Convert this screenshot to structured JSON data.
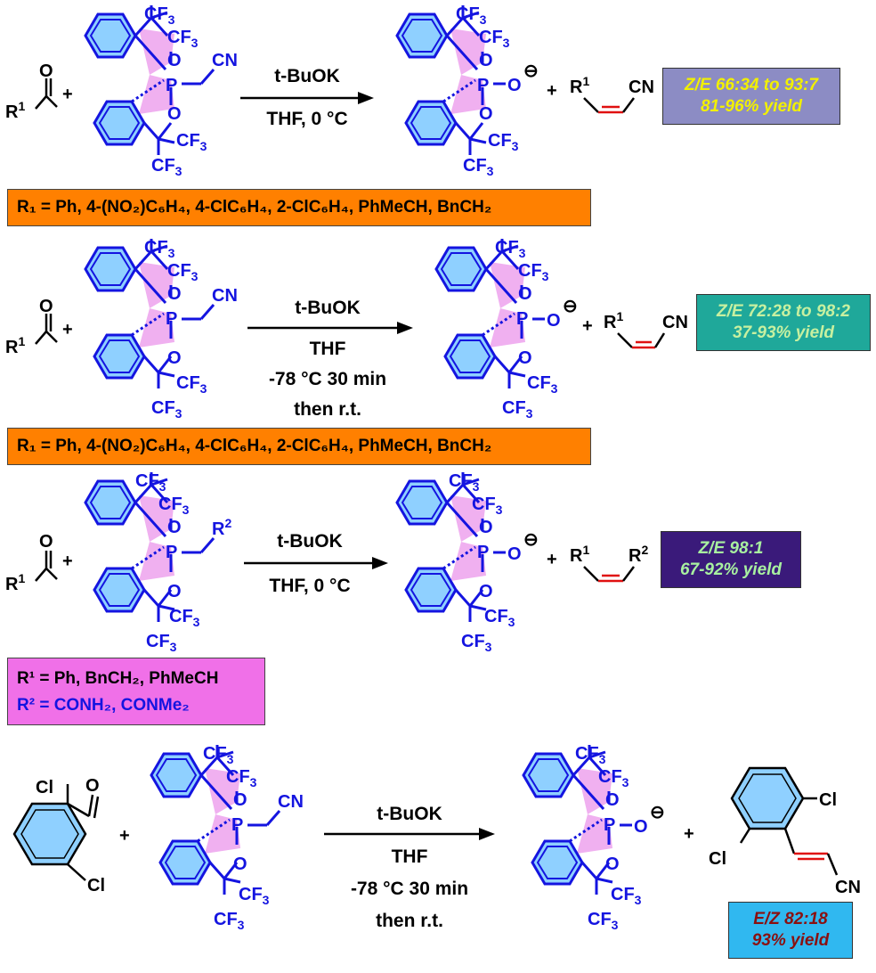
{
  "reactions": [
    {
      "conditions": [
        "t-BuOK",
        "THF, 0 °C"
      ],
      "result": [
        "Z/E 66:34 to 93:7",
        "81-96% yield"
      ],
      "result_bg": "#8c8cc4",
      "result_fg": "#f2f000",
      "substituents": [
        "R₁ = Ph, 4-(NO₂)C₆H₄, 4-ClC₆H₄, 2-ClC₆H₄, PhMeCH, BnCH₂"
      ],
      "sub_bg": "#ff8000"
    },
    {
      "conditions": [
        "t-BuOK",
        "THF",
        "-78 °C 30 min",
        "then r.t."
      ],
      "result": [
        "Z/E 72:28 to 98:2",
        "37-93% yield"
      ],
      "result_bg": "#1fa89a",
      "result_fg": "#c7f0a0",
      "substituents": [
        "R₁ = Ph, 4-(NO₂)C₆H₄, 4-ClC₆H₄, 2-ClC₆H₄, PhMeCH, BnCH₂"
      ],
      "sub_bg": "#ff8000"
    },
    {
      "conditions": [
        "t-BuOK",
        "THF, 0 °C"
      ],
      "result": [
        "Z/E 98:1",
        "67-92% yield"
      ],
      "result_bg": "#3a1a7a",
      "result_fg": "#a8f0a0",
      "substituents": [
        "R¹ = Ph, BnCH₂, PhMeCH",
        "R² = CONH₂, CONMe₂"
      ],
      "sub_bg": "#f070e8"
    },
    {
      "conditions": [
        "t-BuOK",
        "THF",
        "-78 °C 30 min",
        "then r.t."
      ],
      "result": [
        "E/Z 82:18",
        "93% yield"
      ],
      "result_bg": "#30b8f0",
      "result_fg": "#8a1010"
    }
  ],
  "labels": {
    "cf3": "CF",
    "three": "3",
    "o": "O",
    "p": "P",
    "cn": "CN",
    "cl": "Cl",
    "r": "R",
    "one": "1",
    "two": "2",
    "plus": "+",
    "minus": "⊖"
  },
  "colors": {
    "ring": "#1414e0",
    "ring_fill": "#8fd0ff",
    "spiro_fill": "#f0b0f0",
    "alkene": "#e01010"
  }
}
